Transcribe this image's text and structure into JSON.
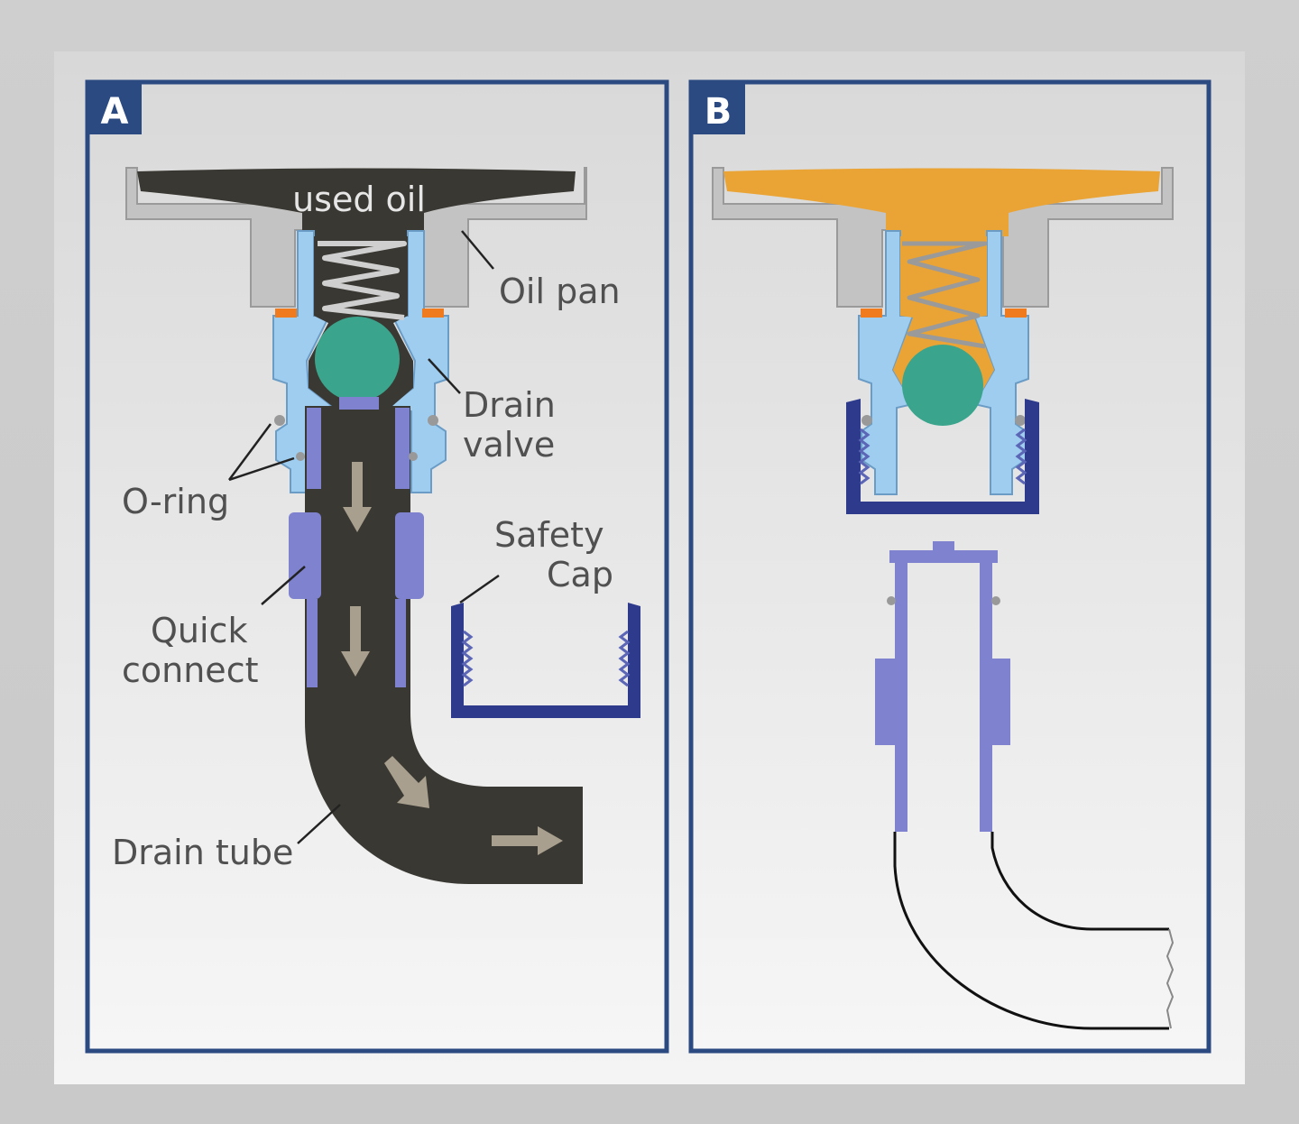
{
  "panels": {
    "a": {
      "letter": "A",
      "state": "draining"
    },
    "b": {
      "state": "sealed"
    }
  },
  "labels": {
    "used_oil": "used oil",
    "oil_pan": "Oil pan",
    "drain_valve_line1": "Drain",
    "drain_valve_line2": "valve",
    "o_ring": "O-ring",
    "safety_cap_line1": "Safety",
    "safety_cap_line2": "Cap",
    "quick_connect_line1": "Quick",
    "quick_connect_line2": "connect",
    "drain_tube": "Drain tube",
    "panel_b_letter": "B"
  },
  "colors": {
    "frame": "#2b4a82",
    "used_oil": "#3a3832",
    "fresh_oil": "#eaa436",
    "oil_pan": "#c3c3c3",
    "drain_valve": "#9fcdf0",
    "ball": "#3aa58c",
    "quick_connect": "#7e82cf",
    "safety_cap": "#2e3a8c",
    "o_ring": "#999999",
    "gasket": "#f07a1e",
    "arrow": "#a89f8f",
    "label": "#505050"
  }
}
